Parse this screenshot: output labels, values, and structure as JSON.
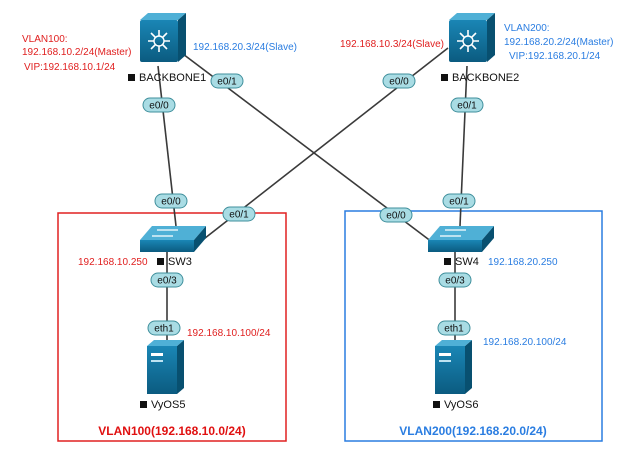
{
  "colors": {
    "vlan100": "#e02020",
    "vlan200": "#2a7de1",
    "device": "#0f6e97",
    "port_fill": "#a9dce4",
    "port_stroke": "#3f8f9c",
    "link": "#3a3a3a"
  },
  "devices": {
    "backbone1": {
      "name": "BACKBONE1",
      "icon": "l3-switch-icon"
    },
    "backbone2": {
      "name": "BACKBONE2",
      "icon": "l3-switch-icon"
    },
    "sw3": {
      "name": "SW3",
      "icon": "l2-switch-icon"
    },
    "sw4": {
      "name": "SW4",
      "icon": "l2-switch-icon"
    },
    "vyos5": {
      "name": "VyOS5",
      "icon": "server-icon"
    },
    "vyos6": {
      "name": "VyOS6",
      "icon": "server-icon"
    }
  },
  "ports": {
    "bb1_e00": "e0/0",
    "bb1_e01": "e0/1",
    "bb2_e00": "e0/0",
    "bb2_e01": "e0/1",
    "sw3_e00": "e0/0",
    "sw3_e01": "e0/1",
    "sw3_e03": "e0/3",
    "sw4_e00": "e0/0",
    "sw4_e01": "e0/1",
    "sw4_e03": "e0/3",
    "vyos5_eth1": "eth1",
    "vyos6_eth1": "eth1"
  },
  "labels": {
    "bb1_vlan100_title": "VLAN100:",
    "bb1_vlan100_ip": "192.168.10.2/24(Master)",
    "bb1_vlan100_vip": "VIP:192.168.10.1/24",
    "bb1_vlan200_ip": "192.168.20.3/24(Slave)",
    "bb2_vlan100_ip": "192.168.10.3/24(Slave)",
    "bb2_vlan200_title": "VLAN200:",
    "bb2_vlan200_ip": "192.168.20.2/24(Master)",
    "bb2_vlan200_vip": "VIP:192.168.20.1/24",
    "sw3_ip": "192.168.10.250",
    "sw4_ip": "192.168.20.250",
    "vyos5_ip": "192.168.10.100/24",
    "vyos6_ip": "192.168.20.100/24"
  },
  "zones": {
    "vlan100": "VLAN100(192.168.10.0/24)",
    "vlan200": "VLAN200(192.168.20.0/24)"
  }
}
